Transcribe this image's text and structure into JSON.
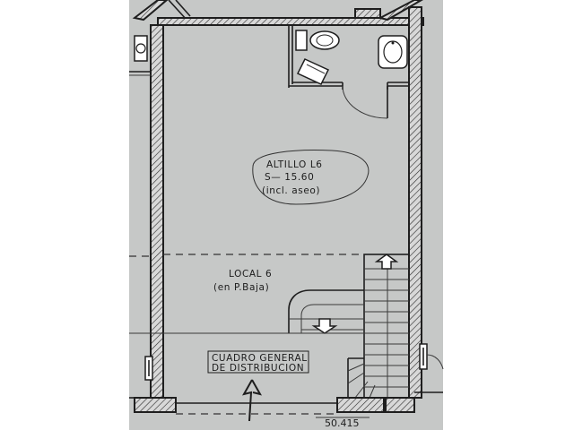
{
  "mezzanine": {
    "name": "ALTILLO L6",
    "surface": "S— 15.60",
    "note": "(incl. aseo)"
  },
  "ground_floor": {
    "name": "LOCAL 6",
    "note": "(en P.Baja)"
  },
  "distribution_board": {
    "line1": "CUADRO GENERAL",
    "line2": "DE DISTRIBUCION"
  },
  "dimension": "50.415"
}
